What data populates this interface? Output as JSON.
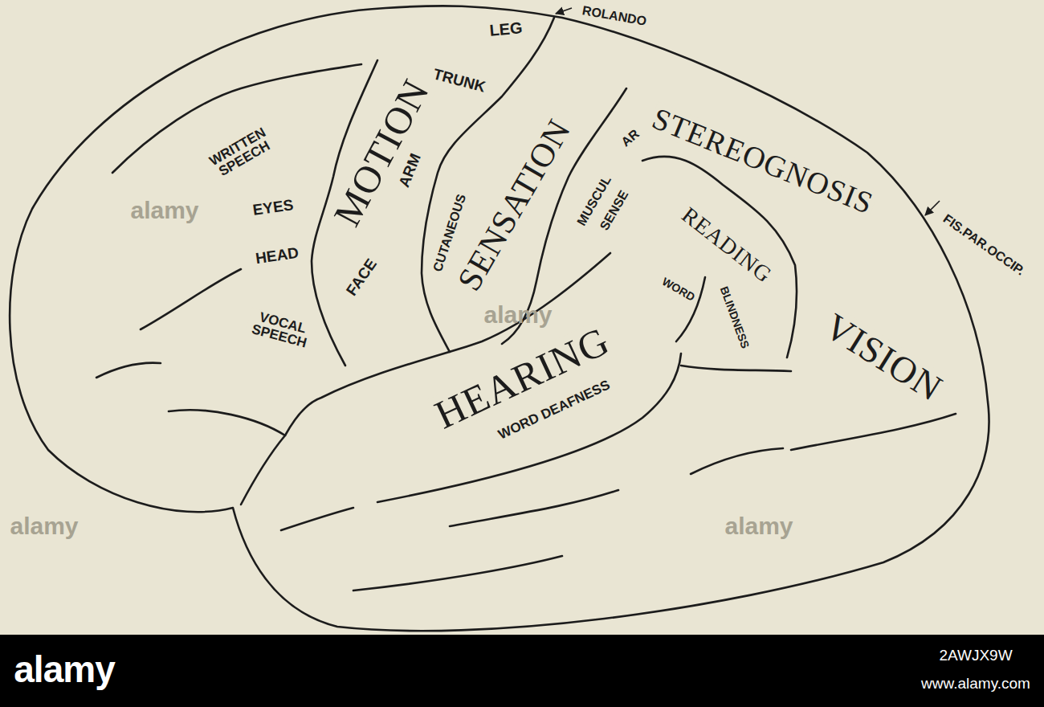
{
  "diagram": {
    "labels": [
      "LEG",
      "ROLANDO",
      "TRUNK",
      "MOTION",
      "SENSATION",
      "ARM",
      "CUTANEOUS",
      "MUSCUL",
      "AR",
      "SENSE",
      "STEREOGNOSIS",
      "FIS.PAR.OCCIP.",
      "WRITTEN SPEECH",
      "EYES",
      "HEAD",
      "FACE",
      "VOCAL SPEECH",
      "HEARING",
      "WORD DEAFNESS",
      "READING",
      "WORD",
      "BLINDNESS",
      "VISION",
      "alamy",
      "alamy",
      "alamy",
      "alamy",
      "alamy",
      "2AWJX9W",
      "www.alamy.com"
    ]
  }
}
